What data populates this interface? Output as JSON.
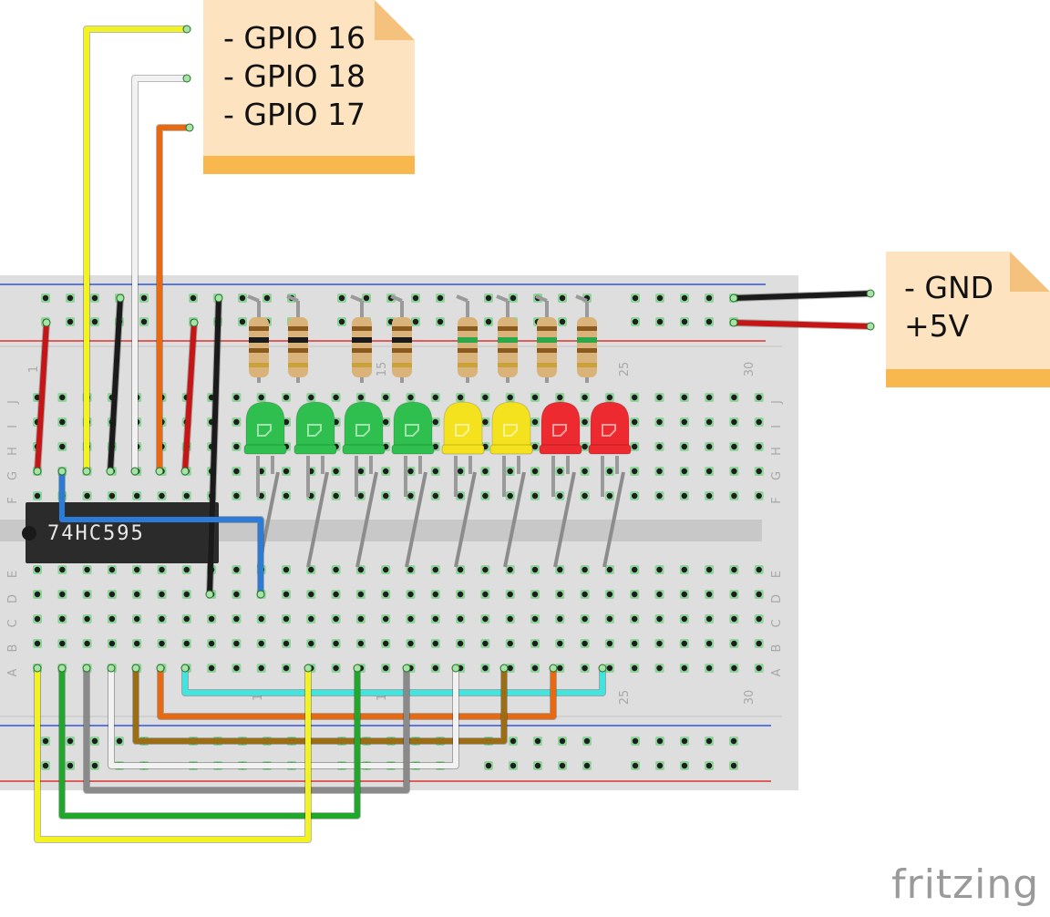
{
  "gpio_note": {
    "lines": [
      "- GPIO 16",
      "- GPIO 18",
      "- GPIO 17"
    ]
  },
  "power_note": {
    "lines": [
      "- GND",
      "+5V"
    ]
  },
  "chip_label": "74HC595",
  "breadboard": {
    "row_letters_top": [
      "J",
      "I",
      "H",
      "G",
      "F"
    ],
    "row_letters_bottom": [
      "E",
      "D",
      "C",
      "B",
      "A"
    ],
    "column_numbers": [
      "1",
      "15",
      "25",
      "30"
    ],
    "lower_column_numbers": [
      "1",
      "1",
      "25",
      "30"
    ]
  },
  "leds": [
    {
      "color": "green"
    },
    {
      "color": "green"
    },
    {
      "color": "green"
    },
    {
      "color": "green"
    },
    {
      "color": "yellow"
    },
    {
      "color": "yellow"
    },
    {
      "color": "red"
    },
    {
      "color": "red"
    }
  ],
  "colors": {
    "led_green": "#2fbf4f",
    "led_yellow": "#f4e21e",
    "led_red": "#ec2a2f",
    "wire_yellow": "#f3f320",
    "wire_white": "#f2f2f2",
    "wire_orange": "#e8690f",
    "wire_black": "#1a1a1a",
    "wire_red": "#c71414",
    "wire_blue": "#2b7bd8",
    "wire_cyan": "#3fe6e0",
    "wire_green": "#1fa82a",
    "wire_gray": "#8a8a8a",
    "wire_brown": "#9b6d14",
    "note_bg": "#fde3c0",
    "note_bar": "#f9b84d"
  },
  "brand": "fritzing"
}
